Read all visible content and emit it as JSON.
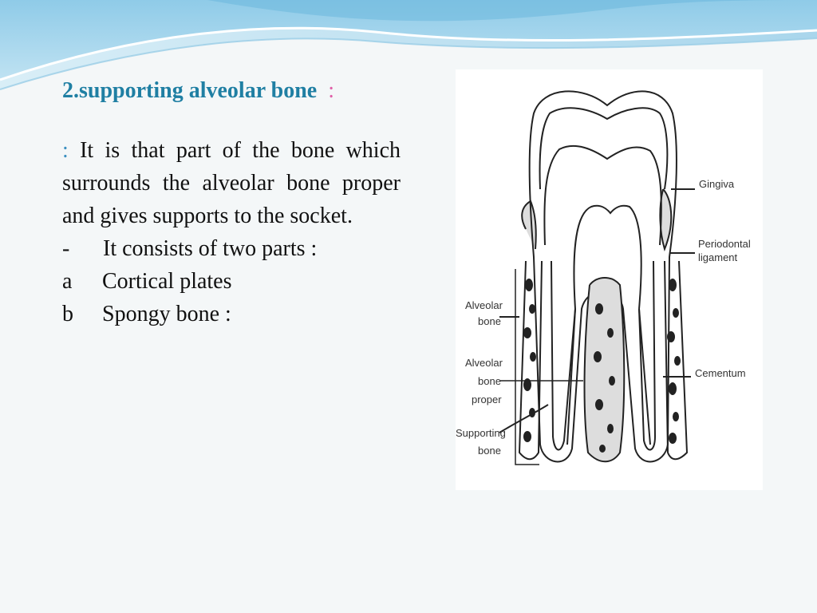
{
  "slide": {
    "heading": "2.supporting alveolar bone",
    "heading_colon": ":",
    "body_colon": ":",
    "body_text": " It is that part of the bone which surrounds the alveolar bone proper and gives supports to the socket.",
    "list": [
      {
        "marker": "-",
        "text": "It consists of two parts :"
      },
      {
        "marker": "a",
        "text": "Cortical plates"
      },
      {
        "marker": "b",
        "text": "Spongy bone :"
      }
    ]
  },
  "figure": {
    "labels": {
      "gingiva": "Gingiva",
      "periodontal_1": "Periodontal",
      "periodontal_2": "ligament",
      "alveolar_bone_1": "Alveolar",
      "alveolar_bone_2": "bone",
      "abp_1": "Alveolar",
      "abp_2": "bone",
      "abp_3": "proper",
      "cementum": "Cementum",
      "supporting_1": "Supporting",
      "supporting_2": "bone"
    }
  },
  "theme": {
    "heading_color": "#1f7fa3",
    "accent_colon": "#e060a8",
    "banner_blue": "#5fb0d8"
  }
}
